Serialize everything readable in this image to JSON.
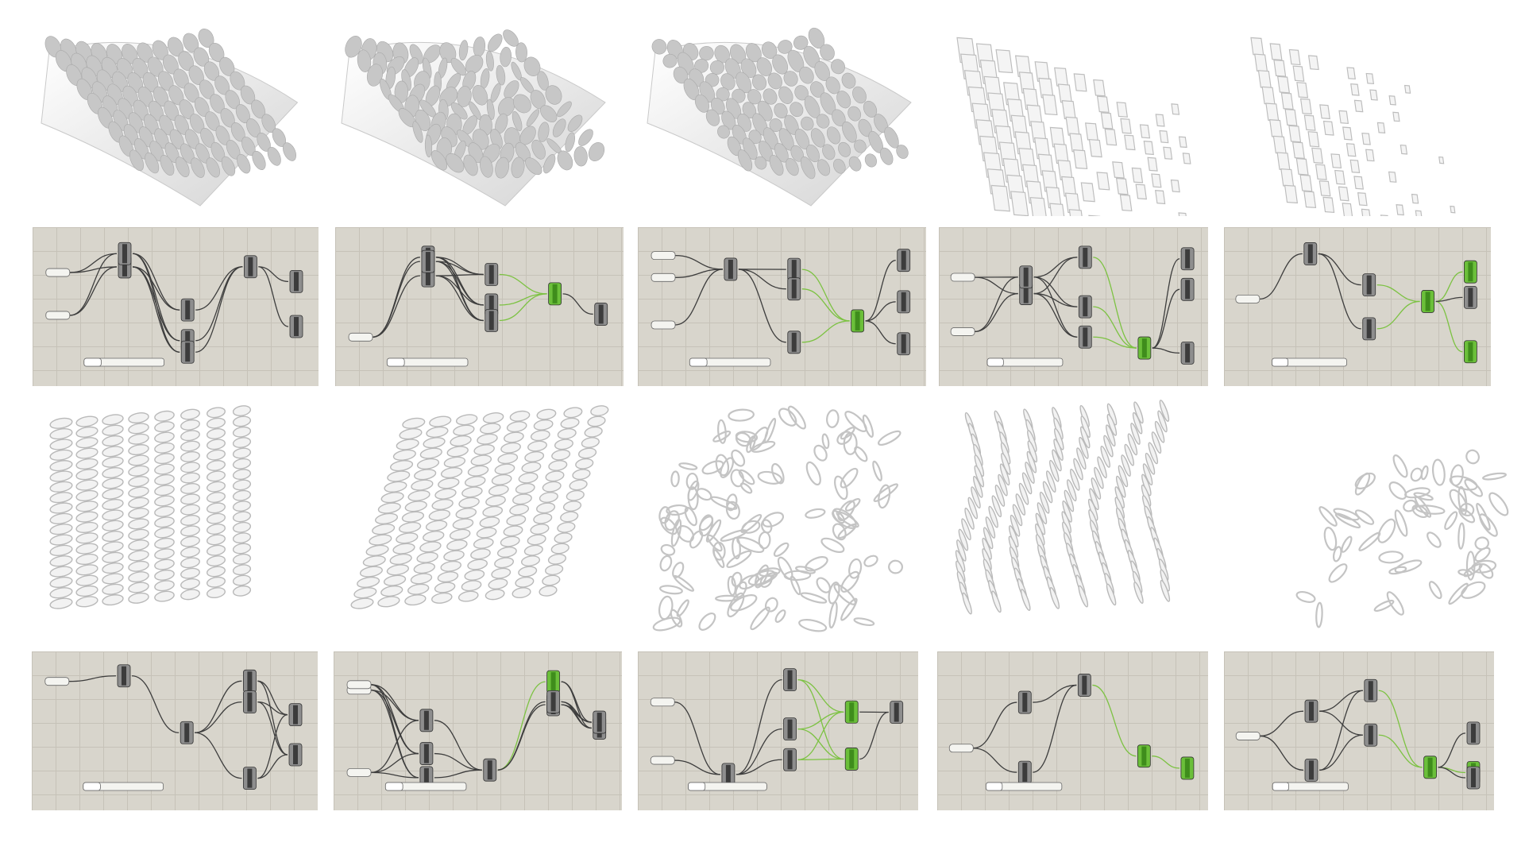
{
  "grid": {
    "columns": 5,
    "rows": 4
  },
  "row1_renders": [
    {
      "name": "render-r1-c1",
      "style": "perforated-wave-surface"
    },
    {
      "name": "render-r1-c2",
      "style": "twisted-perforated-surface"
    },
    {
      "name": "render-r1-c3",
      "style": "folded-perforated-surface"
    },
    {
      "name": "render-r1-c4",
      "style": "fragmented-louver-surface"
    },
    {
      "name": "render-r1-c5",
      "style": "sparse-fragment-surface"
    }
  ],
  "row2_definitions": [
    {
      "name": "gh-canvas-r1-c1"
    },
    {
      "name": "gh-canvas-r1-c2"
    },
    {
      "name": "gh-canvas-r1-c3"
    },
    {
      "name": "gh-canvas-r1-c4"
    },
    {
      "name": "gh-canvas-r1-c5"
    }
  ],
  "row3_renders": [
    {
      "name": "render-r2-c1",
      "style": "stacked-loop-wall"
    },
    {
      "name": "render-r2-c2",
      "style": "leaning-loop-wall"
    },
    {
      "name": "render-r2-c3",
      "style": "scattered-ring-cloud"
    },
    {
      "name": "render-r2-c4",
      "style": "fin-wave-wall"
    },
    {
      "name": "render-r2-c5",
      "style": "faded-ring-wall"
    }
  ],
  "row4_definitions": [
    {
      "name": "gh-canvas-r2-c1"
    },
    {
      "name": "gh-canvas-r2-c2"
    },
    {
      "name": "gh-canvas-r2-c3"
    },
    {
      "name": "gh-canvas-r2-c4"
    },
    {
      "name": "gh-canvas-r2-c5"
    }
  ],
  "colors": {
    "canvas_bg": "#d8d5cc",
    "grid_line": "#c6c2b8",
    "node_body": "#8e8e8e",
    "node_header": "#3c3c3c",
    "param_bg": "#f4f4f0",
    "wire": "#3d3d3d",
    "wire_selected": "#7cc242",
    "node_selected": "#6bbf3a",
    "render_surface": "#eeeeee",
    "render_shadow": "#c9c9c9"
  }
}
